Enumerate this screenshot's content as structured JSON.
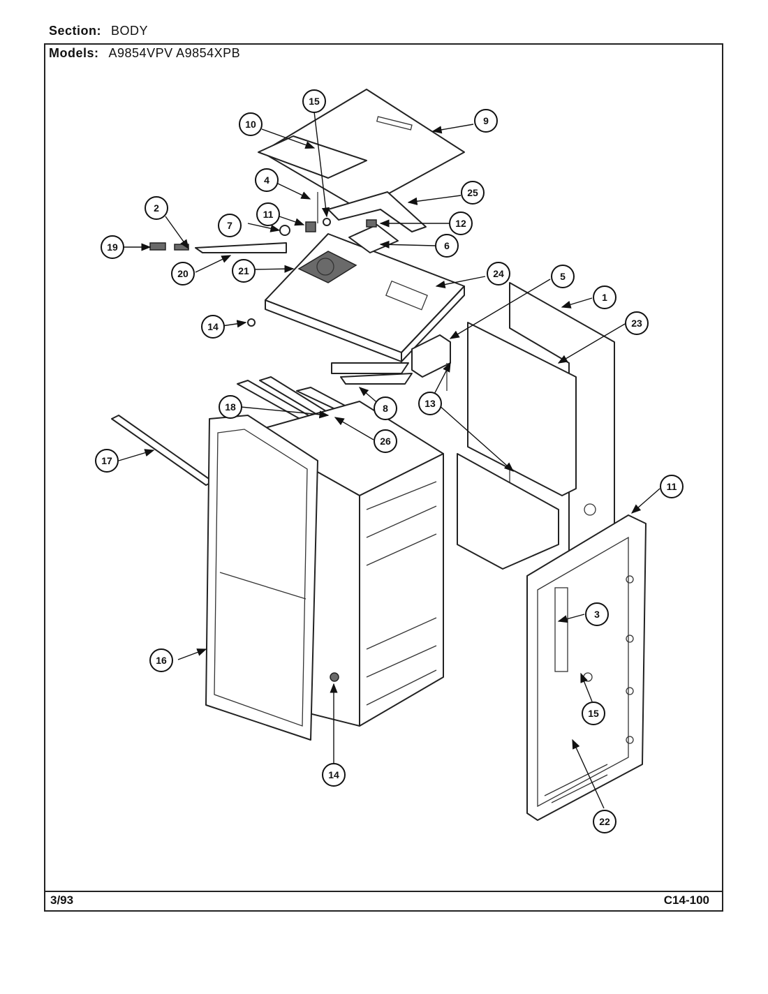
{
  "header": {
    "section_label": "Section:",
    "section_value": "BODY",
    "models_label": "Models:",
    "models_value": "A9854VPV  A9854XPB"
  },
  "footer": {
    "date": "3/93",
    "code": "C14-100"
  },
  "callouts": [
    "1",
    "2",
    "3",
    "4",
    "5",
    "6",
    "7",
    "8",
    "9",
    "10",
    "11",
    "11",
    "12",
    "13",
    "14",
    "14",
    "15",
    "15",
    "16",
    "17",
    "18",
    "19",
    "20",
    "21",
    "22",
    "23",
    "24",
    "25",
    "26"
  ]
}
